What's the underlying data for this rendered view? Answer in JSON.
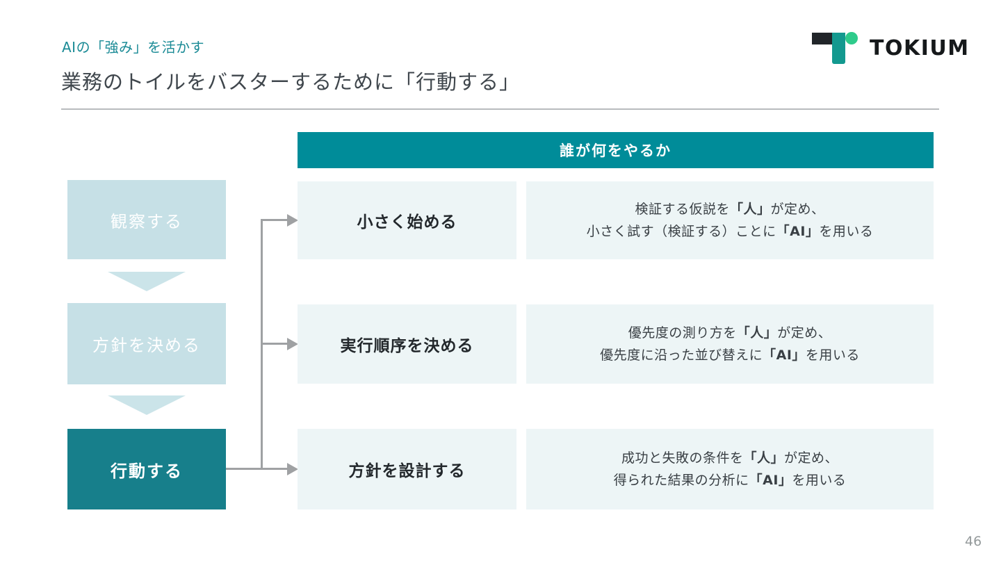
{
  "slide": {
    "eyebrow": "AIの「強み」を活かす",
    "title": "業務のトイルをバスターするために「行動する」",
    "page_number": "46"
  },
  "logo": {
    "wordmark": "TOKIUM",
    "mark_black": "#212529",
    "mark_teal": "#13998f",
    "mark_green": "#2ecb8b"
  },
  "colors": {
    "header_teal": "#008c99",
    "active_step_teal": "#177f8b",
    "light_blue_step": "#c6e0e6",
    "pale_cell": "#edf5f6",
    "connector_gray": "#9fa1a3",
    "accent_text_teal": "#1b8b96"
  },
  "flow": {
    "steps": [
      {
        "label": "観察する",
        "active": false
      },
      {
        "label": "方針を決める",
        "active": false
      },
      {
        "label": "行動する",
        "active": true
      }
    ]
  },
  "matrix": {
    "header": "誰が何をやるか",
    "rows": [
      {
        "action": "小さく始める",
        "desc": [
          [
            {
              "t": "検証する仮説を"
            },
            {
              "t": "「人」",
              "b": true
            },
            {
              "t": "が定め、"
            }
          ],
          [
            {
              "t": "小さく試す（検証する）ことに"
            },
            {
              "t": "「AI」",
              "b": true
            },
            {
              "t": "を用いる"
            }
          ]
        ]
      },
      {
        "action": "実行順序を決める",
        "desc": [
          [
            {
              "t": "優先度の測り方を"
            },
            {
              "t": "「人」",
              "b": true
            },
            {
              "t": "が定め、"
            }
          ],
          [
            {
              "t": "優先度に沿った並び替えに"
            },
            {
              "t": "「AI」",
              "b": true
            },
            {
              "t": "を用いる"
            }
          ]
        ]
      },
      {
        "action": "方針を設計する",
        "desc": [
          [
            {
              "t": "成功と失敗の条件を"
            },
            {
              "t": "「人」",
              "b": true
            },
            {
              "t": "が定め、"
            }
          ],
          [
            {
              "t": "得られた結果の分析に"
            },
            {
              "t": "「AI」",
              "b": true
            },
            {
              "t": "を用いる"
            }
          ]
        ]
      }
    ]
  }
}
